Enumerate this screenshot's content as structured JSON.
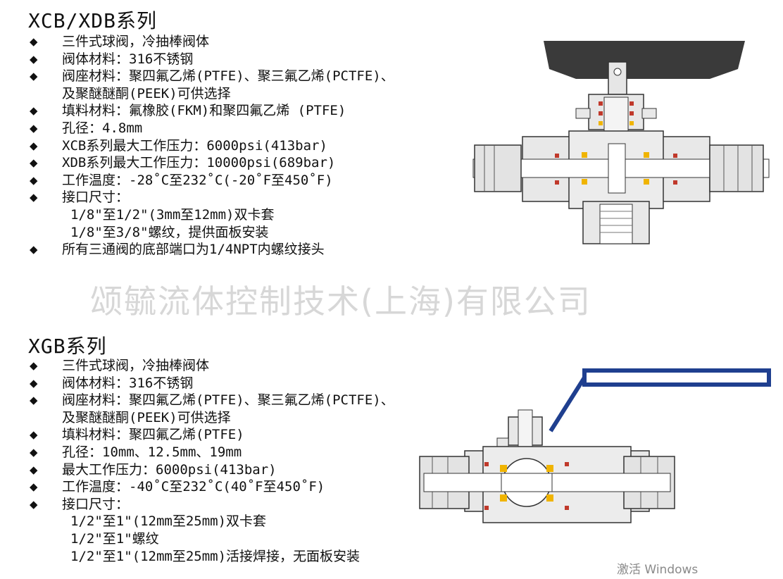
{
  "section1": {
    "title": "XCB/XDB系列",
    "items": [
      {
        "text": "三件式球阀，冷抽棒阀体",
        "type": "bullet"
      },
      {
        "text": "阀体材料：316不锈钢",
        "type": "bullet"
      },
      {
        "text": "阀座材料：聚四氟乙烯(PTFE)、聚三氟乙烯(PCTFE)、",
        "type": "bullet"
      },
      {
        "text": "及聚醚醚酮(PEEK)可供选择",
        "type": "cont"
      },
      {
        "text": "填料材料：氟橡胶(FKM)和聚四氟乙烯 (PTFE)",
        "type": "bullet"
      },
      {
        "text": "孔径：4.8mm",
        "type": "bullet"
      },
      {
        "text": "XCB系列最大工作压力：6000psi(413bar)",
        "type": "bullet"
      },
      {
        "text": "XDB系列最大工作压力：10000psi(689bar)",
        "type": "bullet"
      },
      {
        "text": "工作温度：-28˚C至232˚C(-20˚F至450˚F)",
        "type": "bullet"
      },
      {
        "text": "接口尺寸：",
        "type": "bullet"
      },
      {
        "text": "1/8\"至1/2\"(3mm至12mm)双卡套",
        "type": "sub"
      },
      {
        "text": "1/8\"至3/8\"螺纹，提供面板安装",
        "type": "sub"
      },
      {
        "text": "所有三通阀的底部端口为1/4NPT内螺纹接头",
        "type": "bullet"
      }
    ]
  },
  "watermark": "颂毓流体控制技术(上海)有限公司",
  "section2": {
    "title": "XGB系列",
    "items": [
      {
        "text": "三件式球阀，冷抽棒阀体",
        "type": "bullet"
      },
      {
        "text": "阀体材料：316不锈钢",
        "type": "bullet"
      },
      {
        "text": "阀座材料：聚四氟乙烯(PTFE)、聚三氟乙烯(PCTFE)、",
        "type": "bullet"
      },
      {
        "text": "及聚醚醚酮(PEEK)可供选择",
        "type": "cont"
      },
      {
        "text": "填料材料：聚四氟乙烯(PTFE)",
        "type": "bullet"
      },
      {
        "text": "孔径：10mm、12.5mm、19mm",
        "type": "bullet"
      },
      {
        "text": "最大工作压力：6000psi(413bar)",
        "type": "bullet"
      },
      {
        "text": "工作温度：-40˚C至232˚C(40˚F至450˚F)",
        "type": "bullet"
      },
      {
        "text": "接口尺寸：",
        "type": "bullet"
      },
      {
        "text": "1/2\"至1\"(12mm至25mm)双卡套",
        "type": "sub"
      },
      {
        "text": "1/2\"至1\"螺纹",
        "type": "sub"
      },
      {
        "text": "1/2\"至1\"(12mm至25mm)活接焊接，无面板安装",
        "type": "sub"
      }
    ]
  },
  "system": {
    "activate_text": "激活 Windows"
  },
  "colors": {
    "handle1": "#3a3a3a",
    "handle2": "#1f3f8f",
    "seal": "#f0b400",
    "oring": "#c0392b"
  }
}
